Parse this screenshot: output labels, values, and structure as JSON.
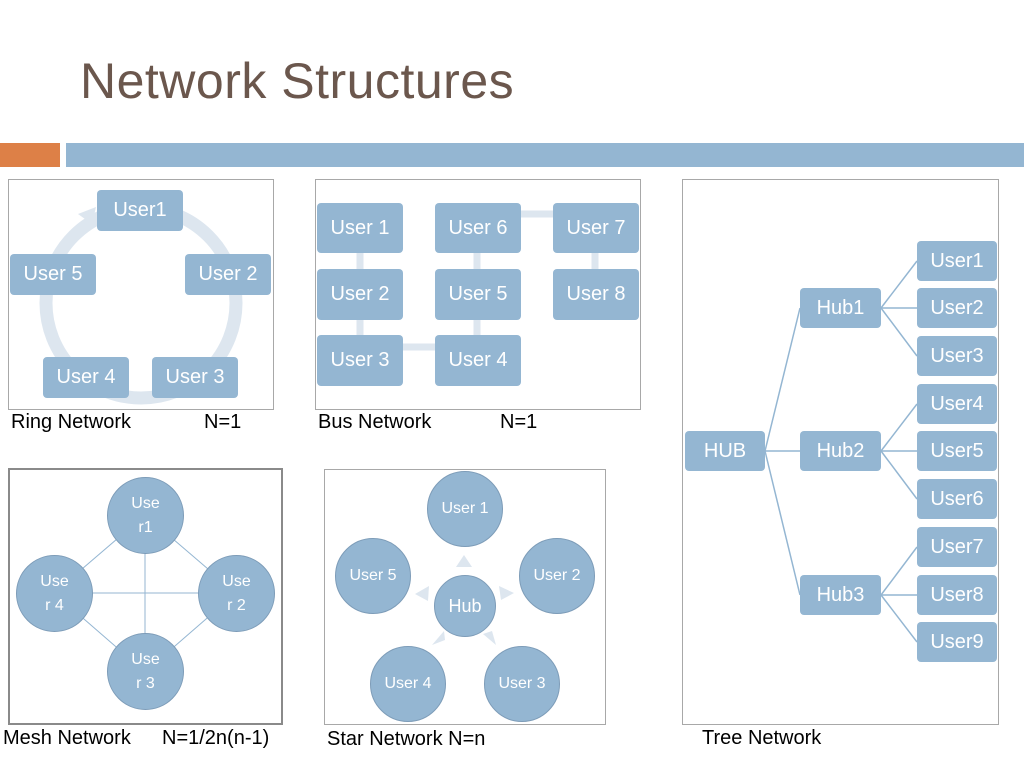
{
  "slide": {
    "title": "Network Structures"
  },
  "colors": {
    "title": "#6b574d",
    "accent_orange": "#dd8047",
    "accent_blue": "#94b6d2",
    "node_fill": "#94b6d2",
    "ring_track": "#dde6ef"
  },
  "ring": {
    "caption": "Ring Network",
    "n_label": "N=1",
    "nodes": [
      "User1",
      "User 2",
      "User 3",
      "User 4",
      "User 5"
    ]
  },
  "bus": {
    "caption": "Bus Network",
    "n_label": "N=1",
    "nodes": [
      "User 1",
      "User 2",
      "User 3",
      "User 4",
      "User 5",
      "User 6",
      "User 7",
      "User 8"
    ]
  },
  "mesh": {
    "caption": "Mesh Network",
    "n_label": "N=1/2n(n-1)",
    "nodes": [
      "Use\nr1",
      "Use\nr 2",
      "Use\nr 3",
      "Use\nr 4"
    ]
  },
  "star": {
    "caption": "Star Network N=n",
    "hub": "Hub",
    "nodes": [
      "User 1",
      "User 2",
      "User 3",
      "User 4",
      "User 5"
    ]
  },
  "tree": {
    "caption": "Tree Network",
    "root": "HUB",
    "hubs": [
      "Hub1",
      "Hub2",
      "Hub3"
    ],
    "users": [
      "User1",
      "User2",
      "User3",
      "User4",
      "User5",
      "User6",
      "User7",
      "User8",
      "User9"
    ]
  }
}
